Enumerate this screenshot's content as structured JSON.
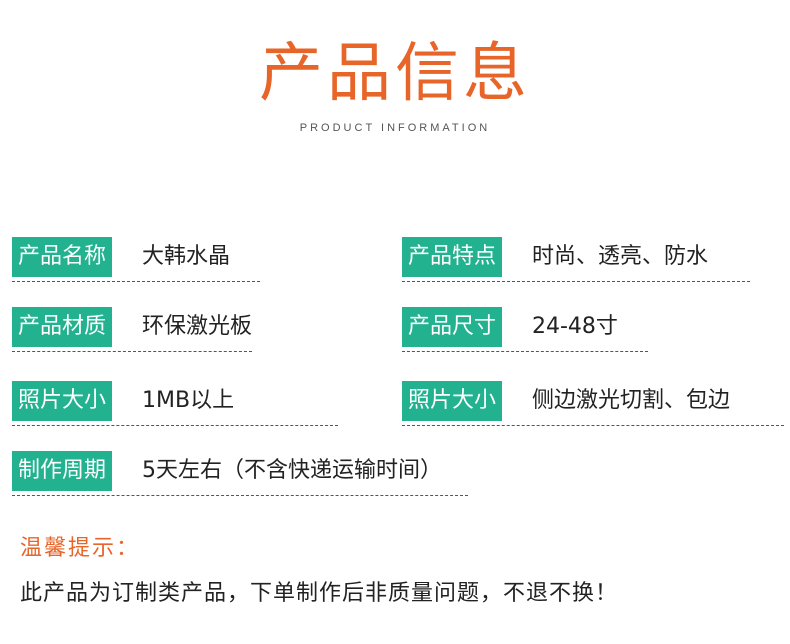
{
  "header": {
    "title": "产品信息",
    "subtitle": "PRODUCT INFORMATION"
  },
  "rows": [
    {
      "label": "产品名称",
      "value": "大韩水晶"
    },
    {
      "label": "产品特点",
      "value": "时尚、透亮、防水"
    },
    {
      "label": "产品材质",
      "value": "环保激光板"
    },
    {
      "label": "产品尺寸",
      "value": "24-48寸"
    },
    {
      "label": "照片大小",
      "value": "1MB以上"
    },
    {
      "label": "照片大小",
      "value": "侧边激光切割、包边"
    },
    {
      "label": "制作周期",
      "value": "5天左右（不含快递运输时间）"
    }
  ],
  "tips": {
    "title": "温馨提示：",
    "text": "此产品为订制类产品，下单制作后非质量问题，不退不换！"
  },
  "colors": {
    "accent": "#e8652a",
    "tag_bg": "#22b28f",
    "text": "#222222"
  }
}
